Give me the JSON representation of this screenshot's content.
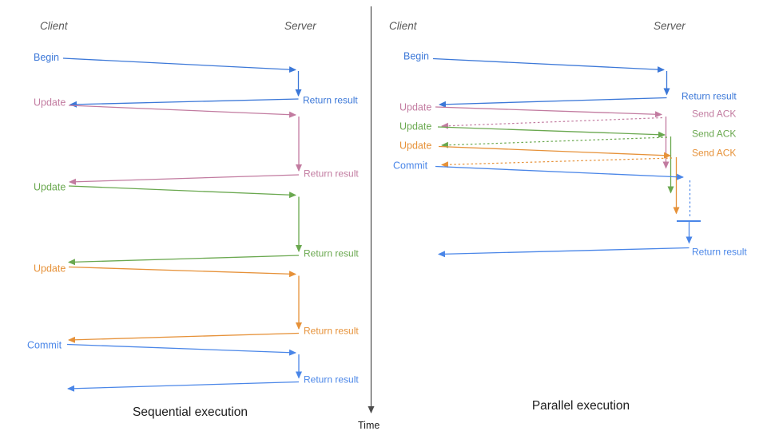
{
  "left": {
    "client": "Client",
    "server": "Server",
    "caption": "Sequential execution",
    "rows": [
      {
        "req": "Begin",
        "res": "Return result"
      },
      {
        "req": "Update",
        "res": "Return result"
      },
      {
        "req": "Update",
        "res": "Return result"
      },
      {
        "req": "Update",
        "res": "Return result"
      },
      {
        "req": "Commit",
        "res": "Return result"
      }
    ]
  },
  "right": {
    "client": "Client",
    "server": "Server",
    "caption": "Parallel execution",
    "rows": [
      {
        "req": "Begin",
        "res": "Return result"
      },
      {
        "req": "Update",
        "res": "Send ACK"
      },
      {
        "req": "Update",
        "res": "Send ACK"
      },
      {
        "req": "Update",
        "res": "Send ACK"
      },
      {
        "req": "Commit",
        "res": "Return result"
      }
    ]
  },
  "axis": {
    "label": "Time"
  },
  "colors": {
    "blue_begin": "#3c78d8",
    "blue_commit": "#4a86e8",
    "pink": "#c27ba0",
    "green": "#6aa84f",
    "orange": "#e69138",
    "axis_gray": "#4d4d4d",
    "header_gray": "#595959",
    "title_black": "#1c1c1c"
  }
}
